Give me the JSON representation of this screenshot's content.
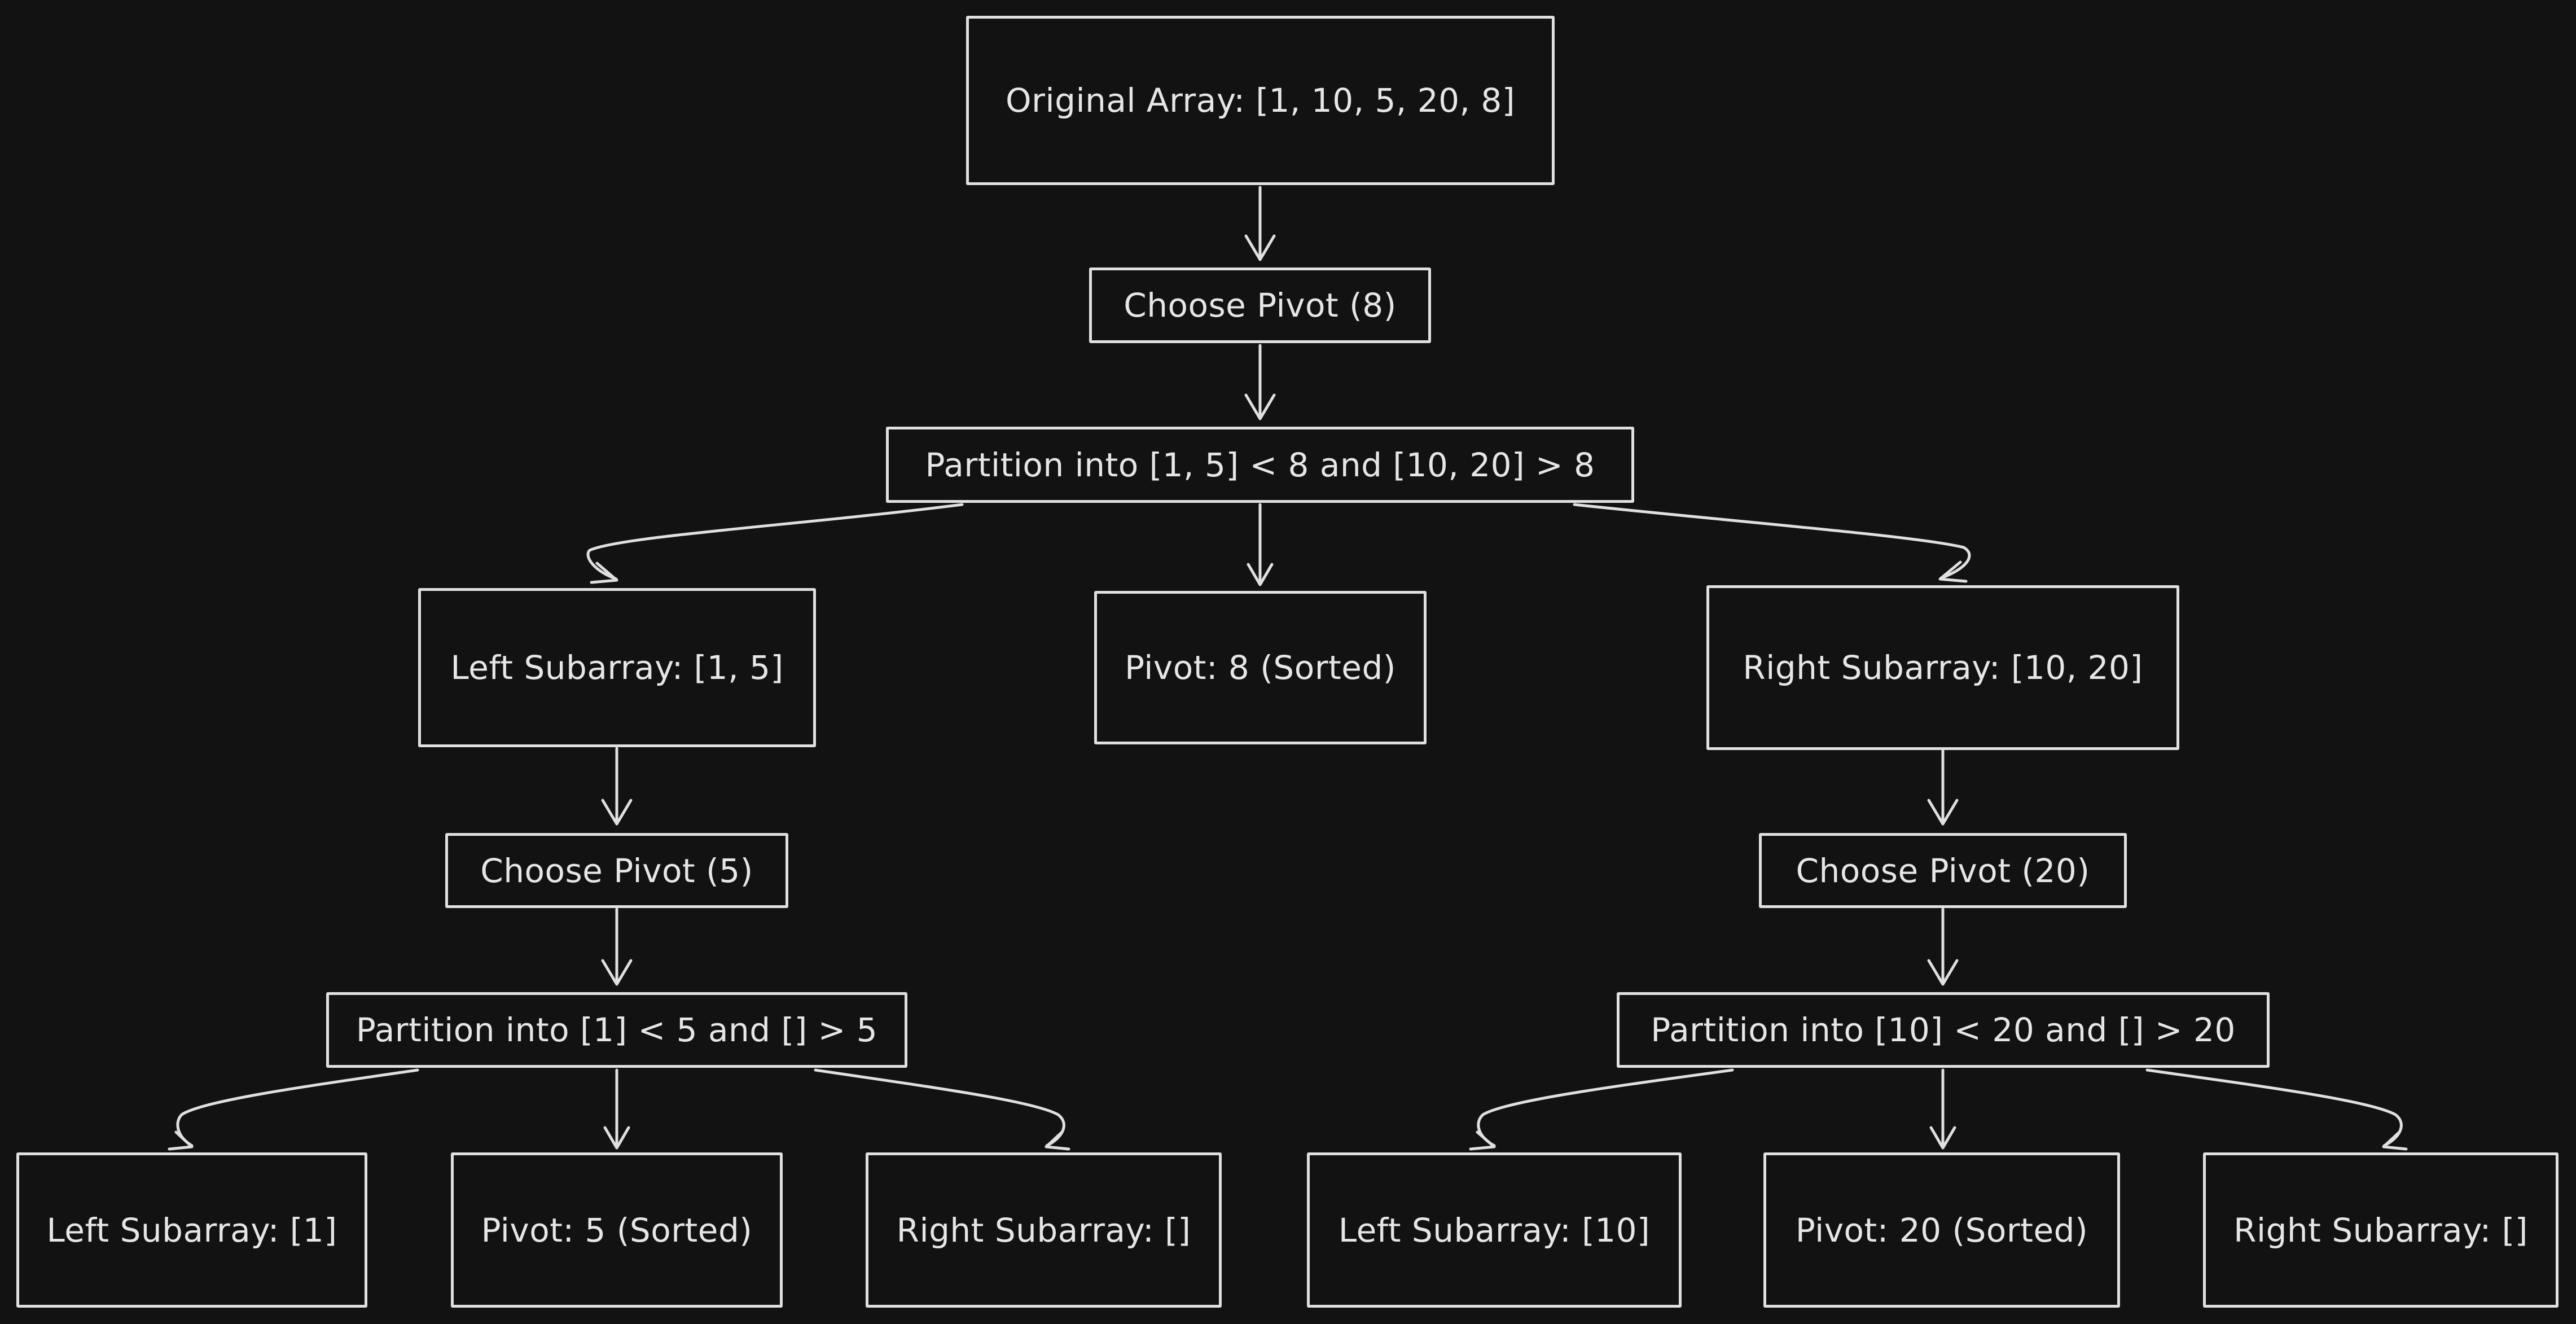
{
  "diagram": {
    "nodes": {
      "root": "Original Array: [1, 10, 5, 20, 8]",
      "pivot_choice_root": "Choose Pivot (8)",
      "partition_root": "Partition into [1, 5] < 8 and [10, 20] > 8",
      "left_sub": "Left Subarray: [1, 5]",
      "pivot_sorted_8": "Pivot: 8 (Sorted)",
      "right_sub": "Right Subarray: [10, 20]",
      "pivot_choice_left": "Choose Pivot (5)",
      "pivot_choice_right": "Choose Pivot (20)",
      "partition_left": "Partition into [1] < 5 and [] > 5",
      "partition_right": "Partition into [10] < 20 and [] > 20",
      "left_left": "Left Subarray: [1]",
      "pivot_sorted_5": "Pivot: 5 (Sorted)",
      "left_right": "Right Subarray: []",
      "right_left": "Left Subarray: [10]",
      "pivot_sorted_20": "Pivot: 20 (Sorted)",
      "right_right": "Right Subarray: []"
    },
    "edges": [
      [
        "root",
        "pivot_choice_root"
      ],
      [
        "pivot_choice_root",
        "partition_root"
      ],
      [
        "partition_root",
        "left_sub"
      ],
      [
        "partition_root",
        "pivot_sorted_8"
      ],
      [
        "partition_root",
        "right_sub"
      ],
      [
        "left_sub",
        "pivot_choice_left"
      ],
      [
        "pivot_choice_left",
        "partition_left"
      ],
      [
        "partition_left",
        "left_left"
      ],
      [
        "partition_left",
        "pivot_sorted_5"
      ],
      [
        "partition_left",
        "left_right"
      ],
      [
        "right_sub",
        "pivot_choice_right"
      ],
      [
        "pivot_choice_right",
        "partition_right"
      ],
      [
        "partition_right",
        "right_left"
      ],
      [
        "partition_right",
        "pivot_sorted_20"
      ],
      [
        "partition_right",
        "right_right"
      ]
    ],
    "colors": {
      "background": "#121212",
      "stroke": "#e0e0e0",
      "text": "#e6e6e6"
    }
  }
}
